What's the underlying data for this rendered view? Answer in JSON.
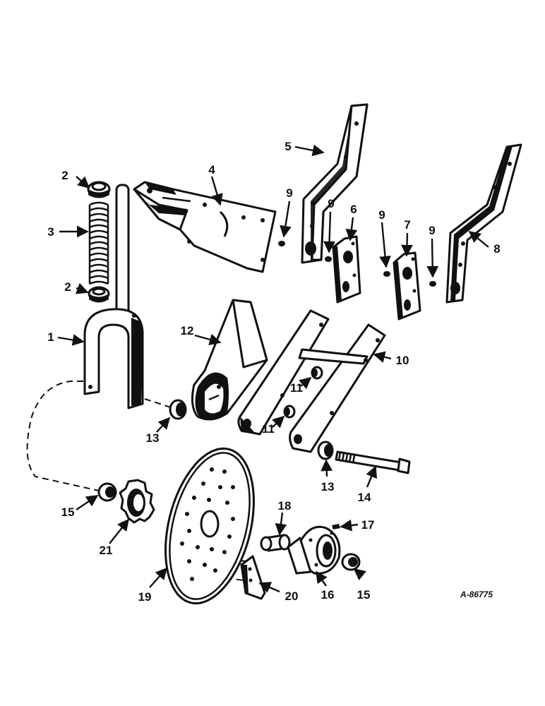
{
  "callouts": {
    "c1": "1",
    "c2a": "2",
    "c2b": "2",
    "c3": "3",
    "c4": "4",
    "c5": "5",
    "c6": "6",
    "c7": "7",
    "c8": "8",
    "c9a": "9",
    "c9b": "9",
    "c9c": "9",
    "c9d": "9",
    "c10": "10",
    "c11a": "11",
    "c11b": "11",
    "c12": "12",
    "c13a": "13",
    "c13b": "13",
    "c14": "14",
    "c15a": "15",
    "c15b": "15",
    "c16": "16",
    "c17": "17",
    "c18": "18",
    "c19": "19",
    "c20": "20",
    "c21": "21"
  },
  "drawing_code": "A-86775"
}
